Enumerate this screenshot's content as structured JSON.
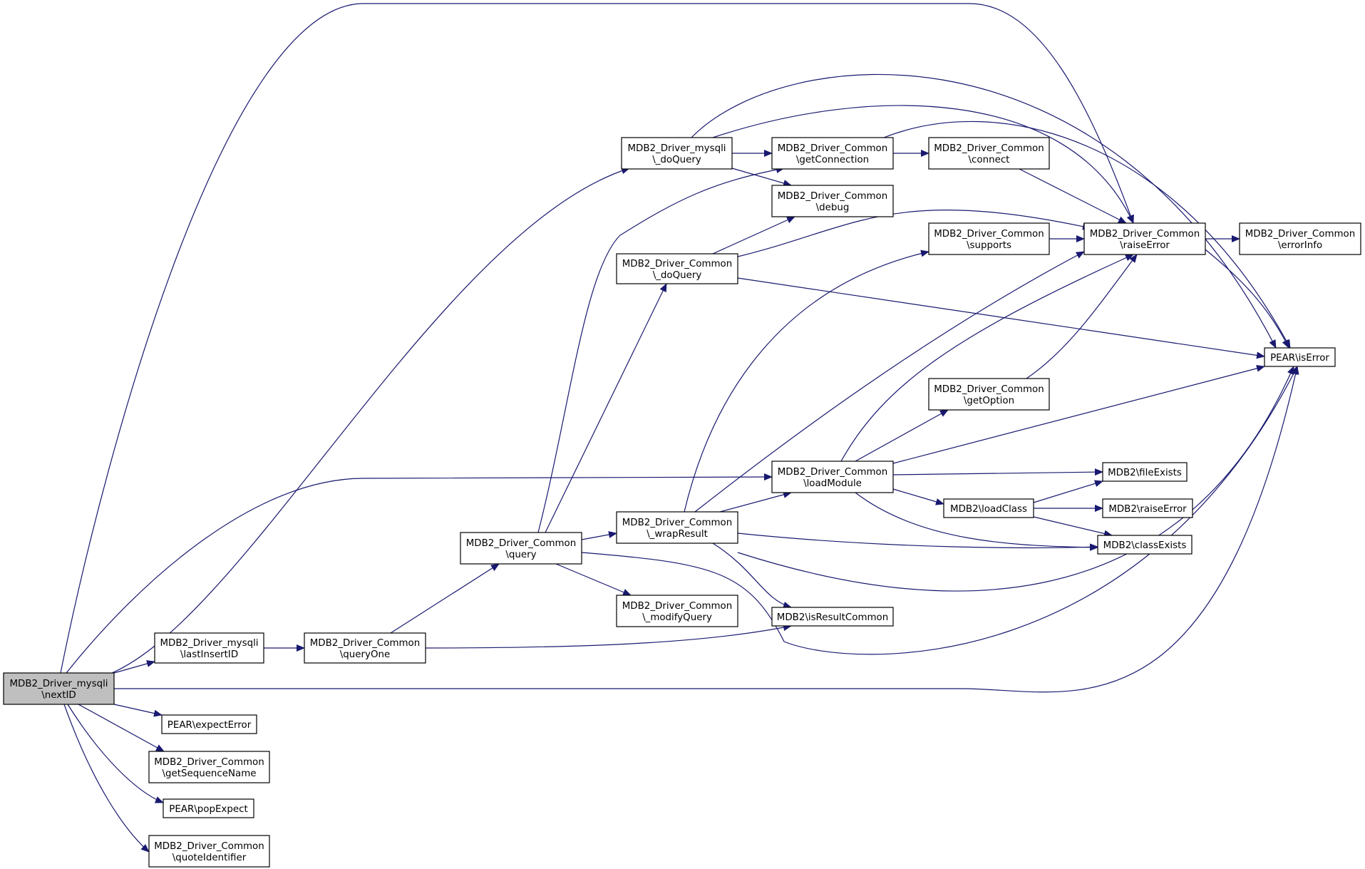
{
  "graph": {
    "edge_color": "#191970",
    "root_fill": "#bfbfbf",
    "nodes": [
      {
        "id": "nextID",
        "lines": [
          "MDB2_Driver_mysqli",
          "\\nextID"
        ],
        "root": true
      },
      {
        "id": "mysqli_doQuery",
        "lines": [
          "MDB2_Driver_mysqli",
          "\\_doQuery"
        ]
      },
      {
        "id": "getConnection",
        "lines": [
          "MDB2_Driver_Common",
          "\\getConnection"
        ]
      },
      {
        "id": "connect",
        "lines": [
          "MDB2_Driver_Common",
          "\\connect"
        ]
      },
      {
        "id": "debug",
        "lines": [
          "MDB2_Driver_Common",
          "\\debug"
        ]
      },
      {
        "id": "common_doQuery",
        "lines": [
          "MDB2_Driver_Common",
          "\\_doQuery"
        ]
      },
      {
        "id": "supports",
        "lines": [
          "MDB2_Driver_Common",
          "\\supports"
        ]
      },
      {
        "id": "raiseError",
        "lines": [
          "MDB2_Driver_Common",
          "\\raiseError"
        ]
      },
      {
        "id": "errorInfo",
        "lines": [
          "MDB2_Driver_Common",
          "\\errorInfo"
        ]
      },
      {
        "id": "pearIsError",
        "lines": [
          "PEAR\\isError"
        ]
      },
      {
        "id": "getOption",
        "lines": [
          "MDB2_Driver_Common",
          "\\getOption"
        ]
      },
      {
        "id": "loadModule",
        "lines": [
          "MDB2_Driver_Common",
          "\\loadModule"
        ]
      },
      {
        "id": "fileExists",
        "lines": [
          "MDB2\\fileExists"
        ]
      },
      {
        "id": "loadClass",
        "lines": [
          "MDB2\\loadClass"
        ]
      },
      {
        "id": "mdb2RaiseError",
        "lines": [
          "MDB2\\raiseError"
        ]
      },
      {
        "id": "classExists",
        "lines": [
          "MDB2\\classExists"
        ]
      },
      {
        "id": "query",
        "lines": [
          "MDB2_Driver_Common",
          "\\query"
        ]
      },
      {
        "id": "wrapResult",
        "lines": [
          "MDB2_Driver_Common",
          "\\_wrapResult"
        ]
      },
      {
        "id": "modifyQuery",
        "lines": [
          "MDB2_Driver_Common",
          "\\_modifyQuery"
        ]
      },
      {
        "id": "isResultCommon",
        "lines": [
          "MDB2\\isResultCommon"
        ]
      },
      {
        "id": "lastInsertID",
        "lines": [
          "MDB2_Driver_mysqli",
          "\\lastInsertID"
        ]
      },
      {
        "id": "queryOne",
        "lines": [
          "MDB2_Driver_Common",
          "\\queryOne"
        ]
      },
      {
        "id": "expectError",
        "lines": [
          "PEAR\\expectError"
        ]
      },
      {
        "id": "getSequenceName",
        "lines": [
          "MDB2_Driver_Common",
          "\\getSequenceName"
        ]
      },
      {
        "id": "popExpect",
        "lines": [
          "PEAR\\popExpect"
        ]
      },
      {
        "id": "quoteIdentifier",
        "lines": [
          "MDB2_Driver_Common",
          "\\quoteIdentifier"
        ]
      }
    ],
    "edges": [
      {
        "from": "nextID",
        "to": "mysqli_doQuery"
      },
      {
        "from": "nextID",
        "to": "raiseError"
      },
      {
        "from": "nextID",
        "to": "loadModule"
      },
      {
        "from": "nextID",
        "to": "lastInsertID"
      },
      {
        "from": "nextID",
        "to": "pearIsError"
      },
      {
        "from": "nextID",
        "to": "expectError"
      },
      {
        "from": "nextID",
        "to": "getSequenceName"
      },
      {
        "from": "nextID",
        "to": "popExpect"
      },
      {
        "from": "nextID",
        "to": "quoteIdentifier"
      },
      {
        "from": "mysqli_doQuery",
        "to": "getConnection"
      },
      {
        "from": "mysqli_doQuery",
        "to": "debug"
      },
      {
        "from": "mysqli_doQuery",
        "to": "raiseError"
      },
      {
        "from": "mysqli_doQuery",
        "to": "pearIsError"
      },
      {
        "from": "getConnection",
        "to": "connect"
      },
      {
        "from": "getConnection",
        "to": "pearIsError"
      },
      {
        "from": "connect",
        "to": "raiseError"
      },
      {
        "from": "common_doQuery",
        "to": "debug"
      },
      {
        "from": "common_doQuery",
        "to": "raiseError"
      },
      {
        "from": "common_doQuery",
        "to": "pearIsError"
      },
      {
        "from": "supports",
        "to": "raiseError"
      },
      {
        "from": "raiseError",
        "to": "errorInfo"
      },
      {
        "from": "raiseError",
        "to": "pearIsError"
      },
      {
        "from": "getOption",
        "to": "raiseError"
      },
      {
        "from": "loadModule",
        "to": "raiseError"
      },
      {
        "from": "loadModule",
        "to": "getOption"
      },
      {
        "from": "loadModule",
        "to": "pearIsError"
      },
      {
        "from": "loadModule",
        "to": "fileExists"
      },
      {
        "from": "loadModule",
        "to": "loadClass"
      },
      {
        "from": "loadModule",
        "to": "classExists"
      },
      {
        "from": "loadClass",
        "to": "fileExists"
      },
      {
        "from": "loadClass",
        "to": "mdb2RaiseError"
      },
      {
        "from": "loadClass",
        "to": "classExists"
      },
      {
        "from": "query",
        "to": "getConnection"
      },
      {
        "from": "query",
        "to": "common_doQuery"
      },
      {
        "from": "query",
        "to": "wrapResult"
      },
      {
        "from": "query",
        "to": "modifyQuery"
      },
      {
        "from": "query",
        "to": "pearIsError"
      },
      {
        "from": "wrapResult",
        "to": "supports"
      },
      {
        "from": "wrapResult",
        "to": "raiseError"
      },
      {
        "from": "wrapResult",
        "to": "loadModule"
      },
      {
        "from": "wrapResult",
        "to": "classExists"
      },
      {
        "from": "wrapResult",
        "to": "isResultCommon"
      },
      {
        "from": "wrapResult",
        "to": "pearIsError"
      },
      {
        "from": "lastInsertID",
        "to": "queryOne"
      },
      {
        "from": "queryOne",
        "to": "query"
      },
      {
        "from": "queryOne",
        "to": "isResultCommon"
      }
    ]
  }
}
